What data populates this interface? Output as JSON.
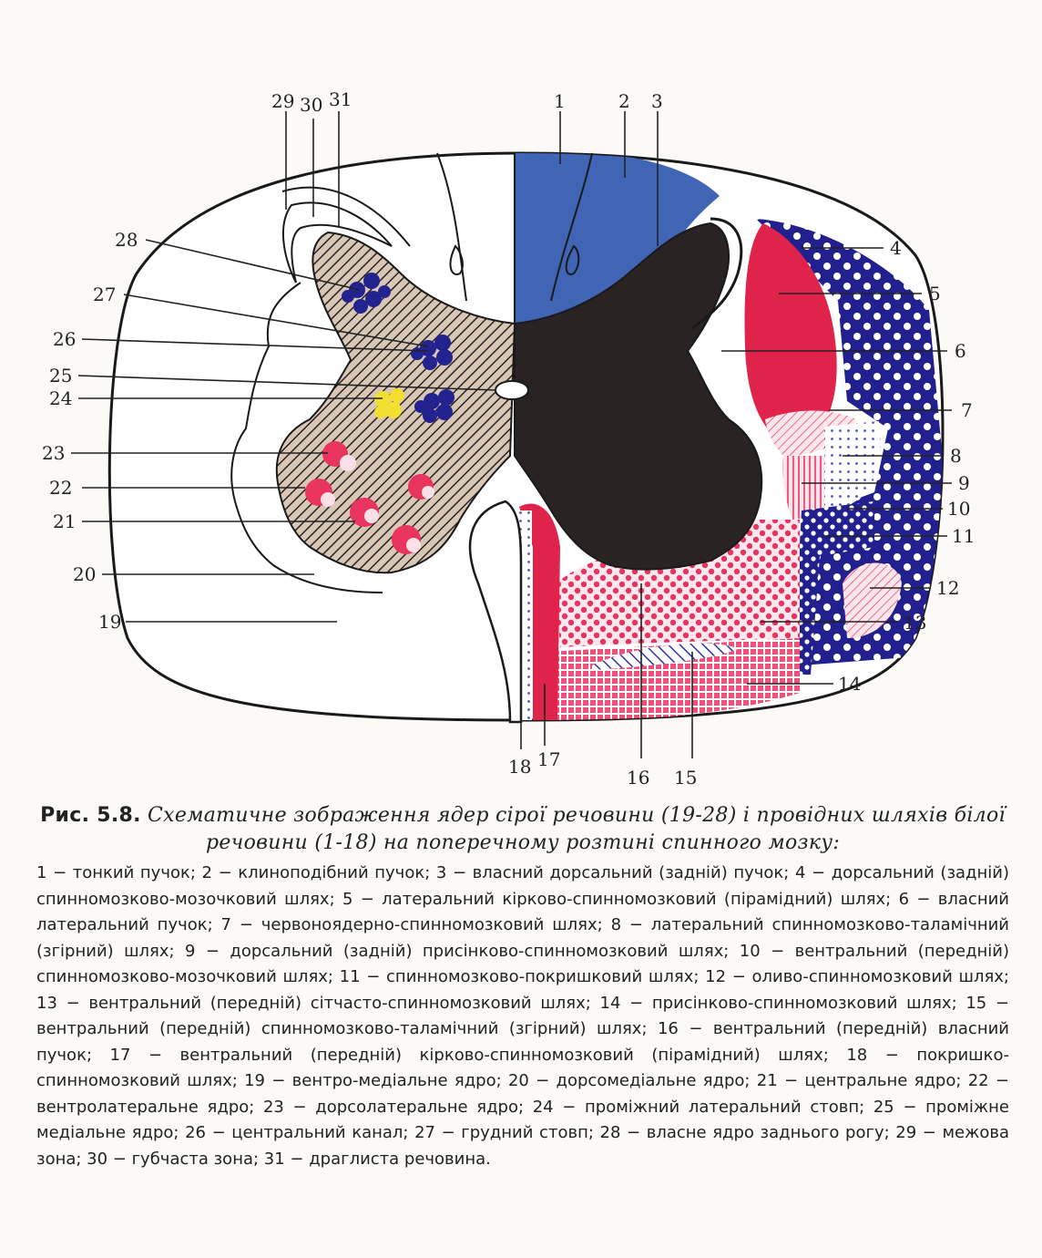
{
  "diagram": {
    "labels": [
      "1",
      "2",
      "3",
      "4",
      "5",
      "6",
      "7",
      "8",
      "9",
      "10",
      "11",
      "12",
      "13",
      "14",
      "15",
      "16",
      "17",
      "18",
      "19",
      "20",
      "21",
      "22",
      "23",
      "24",
      "25",
      "26",
      "27",
      "28",
      "29",
      "30",
      "31"
    ],
    "colors": {
      "gray_matter": "#2a2323",
      "fasciculus_blue": "#4065b5",
      "pyramidal_red": "#e0234a",
      "deep_blue": "#21208e",
      "nuclei_blue": "#23238f",
      "nuclei_pink": "#e8345e",
      "yellow_column": "#f2df30",
      "pink_light": "#f6b7c6",
      "outline": "#1a1a1a"
    }
  },
  "caption": {
    "fig_number": "Рис. 5.8.",
    "title": "Схематичне зображення ядер сірої речовини (19-28) і провідних шляхів білої речовини (1-18) на поперечному розтині спинного мозку:",
    "legend": "1 − тонкий пучок; 2 − клиноподібний пучок; 3 − власний дорсальний (задній) пучок; 4 − дорсальний (задній) спинномозково-мозочковий шлях; 5 − латеральний кірково-спинномозковий (пірамідний) шлях; 6 − власний латеральний пучок; 7 − червоноядерно-спинномозковий шлях; 8 − латеральний спинномозково-таламічний (згірний) шлях; 9 − дорсальний (задній) присінково-спинномозковий шлях; 10 − вентральний (передній) спинномозково-мозочковий шлях; 11 − спинномозково-покришковий шлях; 12 − оливо-спинномозковий шлях; 13 − вентральний (передній) сітчасто-спинномозковий шлях; 14 − присінково-спинномозковий шлях; 15 − вентральний (передній) спинномозково-таламічний (згірний) шлях; 16 − вентральний (передній) власний пучок; 17 − вентральний (передній) кірково-спинномозковий (пірамідний) шлях; 18 − покришко-спинномозковий шлях; 19 − вентро-медіальне ядро; 20 − дорсомедіальне ядро; 21 − центральне ядро; 22 − вентролатеральне ядро; 23 − дорсолатеральне ядро; 24 − проміжний латеральний стовп; 25 − проміжне медіальне ядро; 26 − центральний канал; 27 − грудний стовп; 28 − власне ядро заднього рогу; 29 − межова зона; 30 − губчаста зона; 31 − драглиста речовина."
  }
}
